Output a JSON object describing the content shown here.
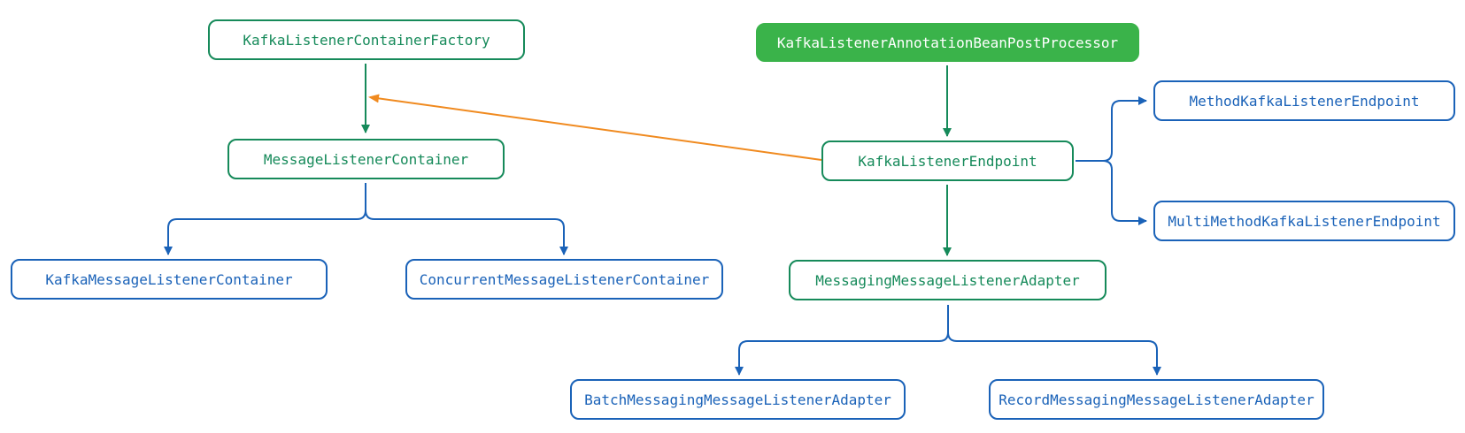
{
  "nodes": {
    "factory": "KafkaListenerContainerFactory",
    "bpp": "KafkaListenerAnnotationBeanPostProcessor",
    "container": "MessageListenerContainer",
    "endpoint": "KafkaListenerEndpoint",
    "method_endpoint": "MethodKafkaListenerEndpoint",
    "multi_method_endpoint": "MultiMethodKafkaListenerEndpoint",
    "kafka_container": "KafkaMessageListenerContainer",
    "concurrent_container": "ConcurrentMessageListenerContainer",
    "adapter": "MessagingMessageListenerAdapter",
    "batch_adapter": "BatchMessagingMessageListenerAdapter",
    "record_adapter": "RecordMessagingMessageListenerAdapter"
  },
  "colors": {
    "green": "#168a5a",
    "blue": "#1a62b8",
    "orange": "#f08a1f",
    "filled": "#3ab34a"
  }
}
